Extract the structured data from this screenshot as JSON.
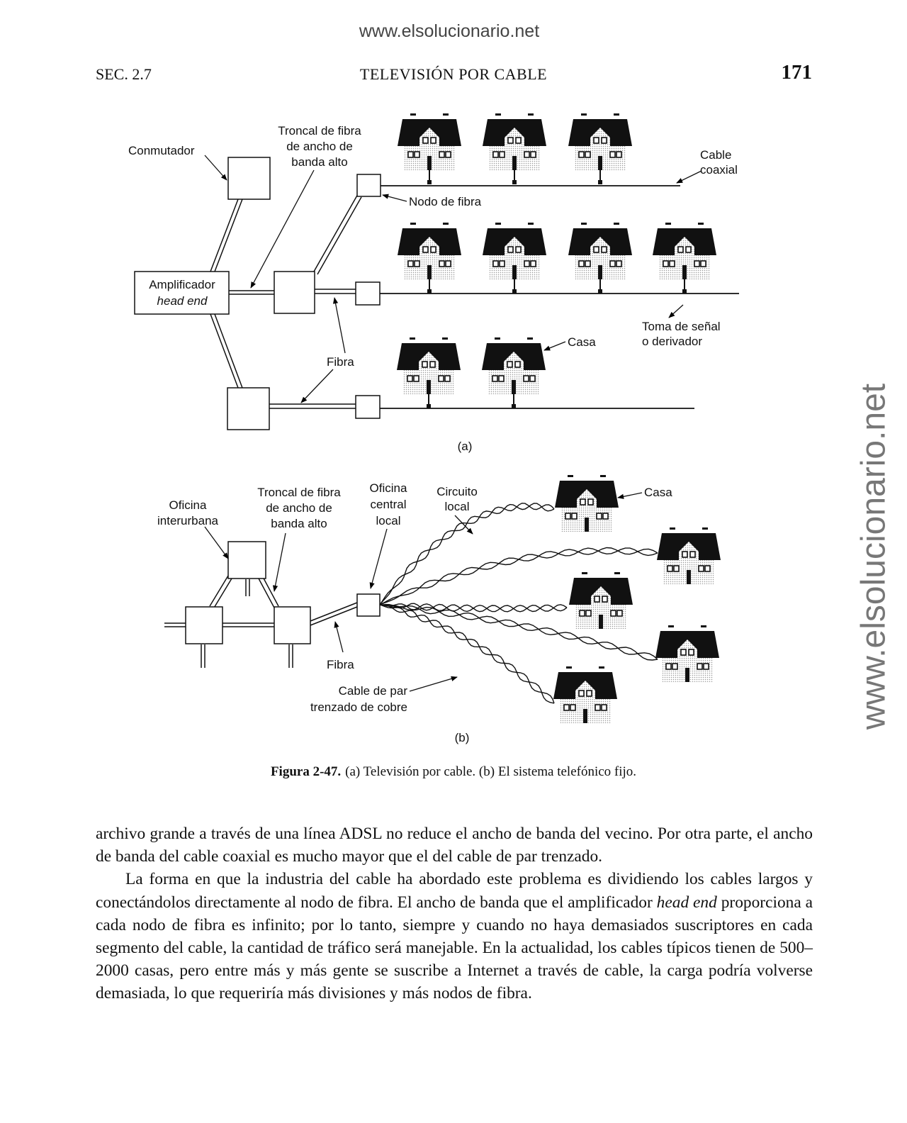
{
  "watermark": "www.elsolucionario.net",
  "header": {
    "section": "SEC.  2.7",
    "title": "TELEVISIÓN POR CABLE",
    "page": "171"
  },
  "figure_a": {
    "conmutador": "Conmutador",
    "troncal": [
      "Troncal de fibra",
      "de ancho de",
      "banda alto"
    ],
    "amplificador": [
      "Amplificador",
      "head end"
    ],
    "nodo": "Nodo de fibra",
    "cable_coaxial": [
      "Cable",
      "coaxial"
    ],
    "toma": [
      "Toma de señal",
      "o derivador"
    ],
    "casa": "Casa",
    "fibra": "Fibra",
    "panel": "(a)"
  },
  "figure_b": {
    "oficina_interurbana": [
      "Oficina",
      "interurbana"
    ],
    "troncal": [
      "Troncal de fibra",
      "de ancho de",
      "banda alto"
    ],
    "oficina_central": [
      "Oficina",
      "central",
      "local"
    ],
    "circuito": [
      "Circuito",
      "local"
    ],
    "casa": "Casa",
    "fibra": "Fibra",
    "par": [
      "Cable de par",
      "trenzado de cobre"
    ],
    "panel": "(b)"
  },
  "caption": {
    "label": "Figura 2-47.",
    "text": "(a) Televisión por cable. (b) El sistema telefónico fijo."
  },
  "body": {
    "p1": "archivo grande a través de una línea ADSL no reduce el ancho de banda del vecino. Por otra parte, el ancho de banda del cable coaxial es mucho mayor que el del cable de par trenzado.",
    "p2_a": "La forma en que la industria del cable ha abordado este problema es dividiendo los cables largos y conectándolos directamente al nodo de fibra. El ancho de banda que el amplificador ",
    "p2_em1": "head end",
    "p2_b": " proporciona a cada nodo de fibra es infinito; por lo tanto, siempre y cuando no haya demasiados suscriptores en cada segmento del cable, la cantidad de tráfico será manejable. En la actualidad, los cables típicos tienen de 500–2000 casas, pero entre más y más gente se suscribe a Internet a través de cable, la carga podría volverse demasiada, lo que requeriría más divisiones y más nodos de fibra."
  }
}
